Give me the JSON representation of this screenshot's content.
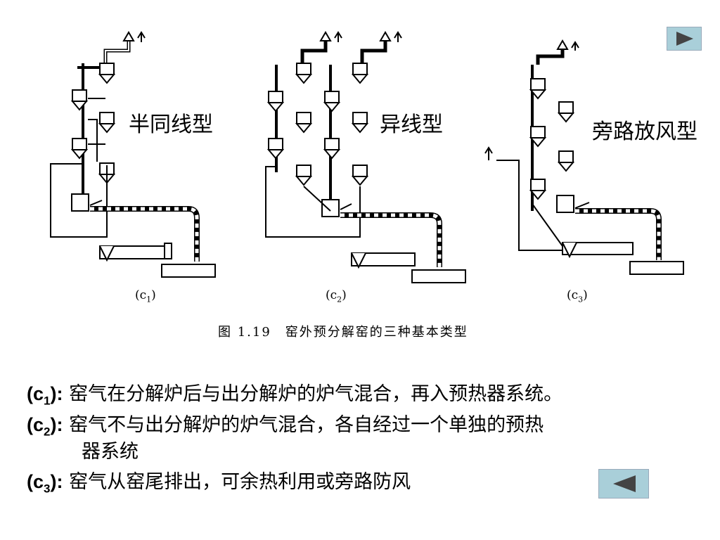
{
  "diagram_labels": {
    "c1_title": "半同线型",
    "c2_title": "异线型",
    "c3_title": "旁路放风型",
    "c1_tag": "c",
    "c1_sub": "1",
    "c2_tag": "c",
    "c2_sub": "2",
    "c3_tag": "c",
    "c3_sub": "3"
  },
  "caption": "图 1.19　窑外预分解窑的三种基本类型",
  "descriptions": [
    {
      "tag": "c",
      "sub": "1",
      "suffix": "):",
      "text": "窑气在分解炉后与出分解炉的炉气混合，再入预热器系统。"
    },
    {
      "tag": "c",
      "sub": "2",
      "suffix": "):",
      "text": "窑气不与出分解炉的炉气混合，各自经过一个单独的预热"
    },
    {
      "text": "器系统"
    },
    {
      "tag": "c",
      "sub": "3",
      "suffix": "):",
      "text": "窑气从窑尾排出，可余热利用或旁路防风"
    }
  ],
  "nav": {
    "next_icon": "play-right-icon",
    "prev_icon": "play-left-icon"
  }
}
